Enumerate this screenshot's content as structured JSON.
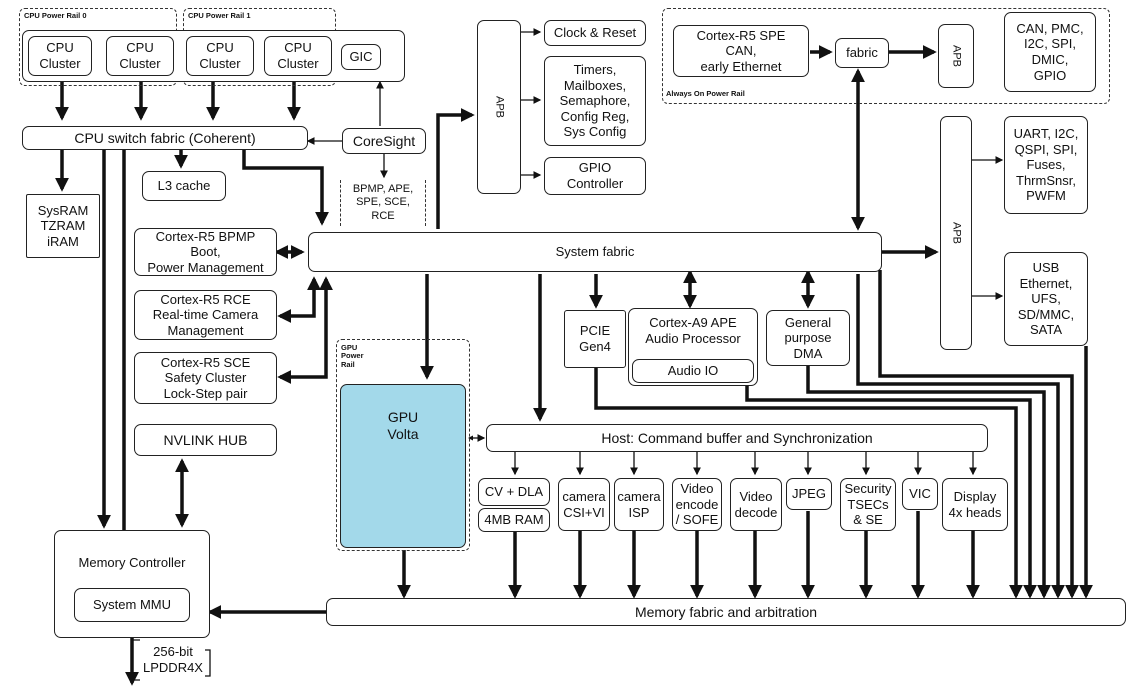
{
  "rails": {
    "cpu_rail_0": "CPU Power Rail 0",
    "cpu_rail_1": "CPU Power Rail 1",
    "always_on": "Always On Power Rail",
    "gpu": "GPU\nPower\nRail"
  },
  "cpu": {
    "cluster_label": "CPU\nCluster",
    "gic": "GIC",
    "switch_fabric": "CPU switch fabric (Coherent)",
    "coresight": "CoreSight",
    "coresight_targets": "BPMP, APE,\nSPE, SCE,\nRCE",
    "l3": "L3 cache",
    "sysram": "SysRAM\nTZRAM\niRAM"
  },
  "apb_left": {
    "apb": "APB",
    "clock_reset": "Clock & Reset",
    "timers": "Timers,\nMailboxes,\nSemaphore,\nConfig Reg,\nSys Config",
    "gpio": "GPIO\nController"
  },
  "spe": {
    "spe": "Cortex-R5 SPE\nCAN,\nearly Ethernet",
    "fabric": "fabric",
    "apb": "APB",
    "periph": "CAN, PMC,\nI2C, SPI,\nDMIC,\nGPIO"
  },
  "apb_right": {
    "apb": "APB",
    "periph1": "UART, I2C,\nQSPI, SPI,\nFuses,\nThrmSnsr,\nPWFM",
    "periph2": "USB\nEthernet,\nUFS,\nSD/MMC,\nSATA"
  },
  "r5": {
    "bpmp": "Cortex-R5 BPMP\nBoot,\nPower Management",
    "rce": "Cortex-R5 RCE\nReal-time Camera\nManagement",
    "sce": "Cortex-R5 SCE\nSafety Cluster\nLock-Step pair",
    "nvlink": "NVLINK HUB"
  },
  "system_fabric": "System fabric",
  "pcie": "PCIE\nGen4",
  "ape": "Cortex-A9 APE\nAudio Processor",
  "audio_io": "Audio IO",
  "dma": "General\npurpose\nDMA",
  "gpu_block": "GPU\nVolta",
  "host": "Host: Command buffer and Synchronization",
  "engines": {
    "cvdla": "CV + DLA",
    "ram": "4MB RAM",
    "camera_csi": "camera\nCSI+VI",
    "camera_isp": "camera\nISP",
    "video_enc": "Video\nencode\n/ SOFE",
    "video_dec": "Video\ndecode",
    "jpeg": "JPEG",
    "security": "Security\nTSECs\n& SE",
    "vic": "VIC",
    "display": "Display\n4x heads"
  },
  "memory": {
    "controller": "Memory Controller",
    "mmu": "System MMU",
    "fabric": "Memory fabric and arbitration",
    "dram": "256-bit\nLPDDR4X"
  }
}
